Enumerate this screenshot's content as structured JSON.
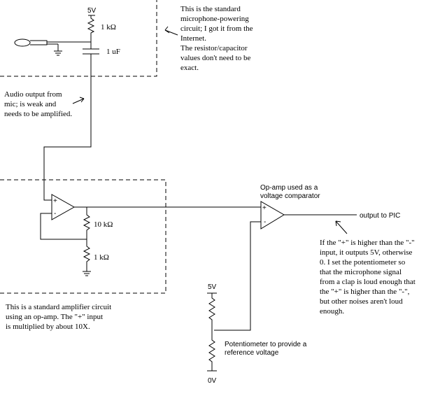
{
  "mic_section": {
    "supply_label": "5V",
    "resistor_label": "1 kΩ",
    "capacitor_label": "1 uF",
    "note": [
      "This is the standard",
      "microphone-powering",
      "circuit; I got it from the",
      "Internet.",
      "The resistor/capacitor",
      "values don't need to be",
      "exact."
    ]
  },
  "audio_note": [
    "Audio output from",
    "mic; is weak and",
    "needs to be amplified."
  ],
  "amplifier": {
    "plus_label": "+",
    "minus_label": "-",
    "feedback_resistor_label": "10 kΩ",
    "ground_resistor_label": "1 kΩ",
    "note": [
      "This is a standard amplifier circuit",
      "using an op-amp. The \"+\" input",
      "is multiplied by about 10X."
    ]
  },
  "comparator": {
    "title": [
      "Op-amp used as a",
      "voltage comparator"
    ],
    "plus_label": "+",
    "minus_label": "-",
    "output_label": "output to PIC",
    "note": [
      "If the \"+\" is higher than the \"-\"",
      "input, it outputs 5V, otherwise",
      "0. I set the potentiometer so",
      "that the microphone signal",
      "from a clap is loud enough that",
      "the \"+\" is higher than the \"-\",",
      "but other noises aren't loud",
      "enough."
    ]
  },
  "potentiometer": {
    "top_label": "5V",
    "bottom_label": "0V",
    "note": [
      "Potentiometer to provide a",
      "reference voltage"
    ]
  }
}
